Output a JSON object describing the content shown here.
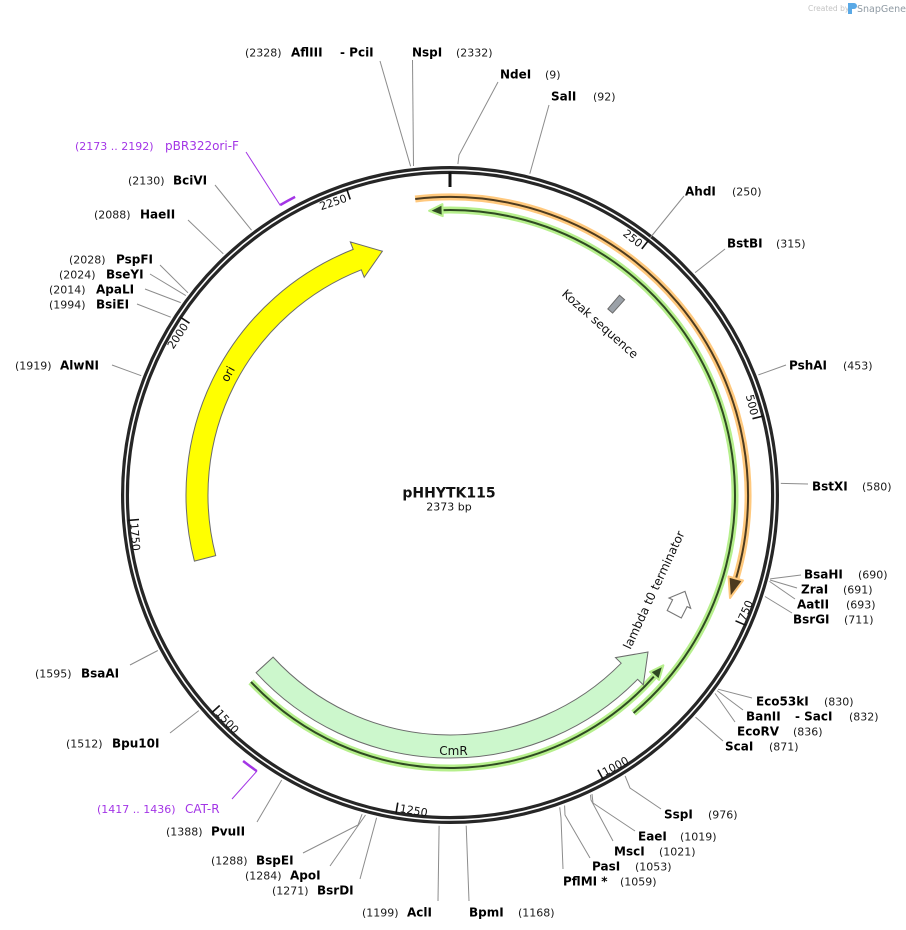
{
  "watermark": {
    "created_by": "Created by",
    "brand": "SnapGene"
  },
  "plasmid": {
    "name": "pHHYTK115",
    "length_label": "2373 bp"
  },
  "ticks": [
    "250",
    "500",
    "750",
    "1000",
    "1250",
    "1500",
    "1750",
    "2000",
    "2250"
  ],
  "features": {
    "ori": "ori",
    "cmr": "CmR",
    "kozak": "Kozak sequence",
    "lambda": "lambda t0 terminator"
  },
  "primers": [
    {
      "range": "(2173 .. 2192)",
      "name": "pBR322ori-F"
    },
    {
      "range": "(1417 .. 1436)",
      "name": "CAT-R"
    }
  ],
  "sites": [
    {
      "name": "AflIII",
      "partner": "- PciI",
      "pos": "(2328)"
    },
    {
      "name": "NspI",
      "pos": "(2332)"
    },
    {
      "name": "NdeI",
      "pos": "(9)"
    },
    {
      "name": "SalI",
      "pos": "(92)"
    },
    {
      "name": "AhdI",
      "pos": "(250)"
    },
    {
      "name": "BstBI",
      "pos": "(315)"
    },
    {
      "name": "PshAI",
      "pos": "(453)"
    },
    {
      "name": "BstXI",
      "pos": "(580)"
    },
    {
      "name": "BsaHI",
      "pos": "(690)"
    },
    {
      "name": "ZraI",
      "pos": "(691)"
    },
    {
      "name": "AatII",
      "pos": "(693)"
    },
    {
      "name": "BsrGI",
      "pos": "(711)"
    },
    {
      "name": "Eco53kI",
      "pos": "(830)"
    },
    {
      "name": "BanII",
      "partner": "- SacI",
      "pos": "(832)"
    },
    {
      "name": "EcoRV",
      "pos": "(836)"
    },
    {
      "name": "ScaI",
      "pos": "(871)"
    },
    {
      "name": "SspI",
      "pos": "(976)"
    },
    {
      "name": "EaeI",
      "pos": "(1019)"
    },
    {
      "name": "MscI",
      "pos": "(1021)"
    },
    {
      "name": "PasI",
      "pos": "(1053)"
    },
    {
      "name": "PflMI *",
      "pos": "(1059)"
    },
    {
      "name": "BpmI",
      "pos": "(1168)"
    },
    {
      "name": "AclI",
      "pos": "(1199)"
    },
    {
      "name": "BsrDI",
      "pos": "(1271)"
    },
    {
      "name": "ApoI",
      "pos": "(1284)"
    },
    {
      "name": "BspEI",
      "pos": "(1288)"
    },
    {
      "name": "PvuII",
      "pos": "(1388)"
    },
    {
      "name": "Bpu10I",
      "pos": "(1512)"
    },
    {
      "name": "BsaAI",
      "pos": "(1595)"
    },
    {
      "name": "AlwNI",
      "pos": "(1919)"
    },
    {
      "name": "BsiEI",
      "pos": "(1994)"
    },
    {
      "name": "ApaLI",
      "pos": "(2014)"
    },
    {
      "name": "BseYI",
      "pos": "(2024)"
    },
    {
      "name": "PspFI",
      "pos": "(2028)"
    },
    {
      "name": "HaeII",
      "pos": "(2088)"
    },
    {
      "name": "BciVI",
      "pos": "(2130)"
    }
  ],
  "colors": {
    "backbone": "#262626",
    "ori": "#ffff00",
    "cmr": "#ccf7cc",
    "orange_feature_glow": "#ffc97e",
    "green_feature_glow": "#b6ef8c",
    "kozak": "#9ba1a8",
    "primer": "#a335e6",
    "leader_line": "#8c8c8c"
  }
}
